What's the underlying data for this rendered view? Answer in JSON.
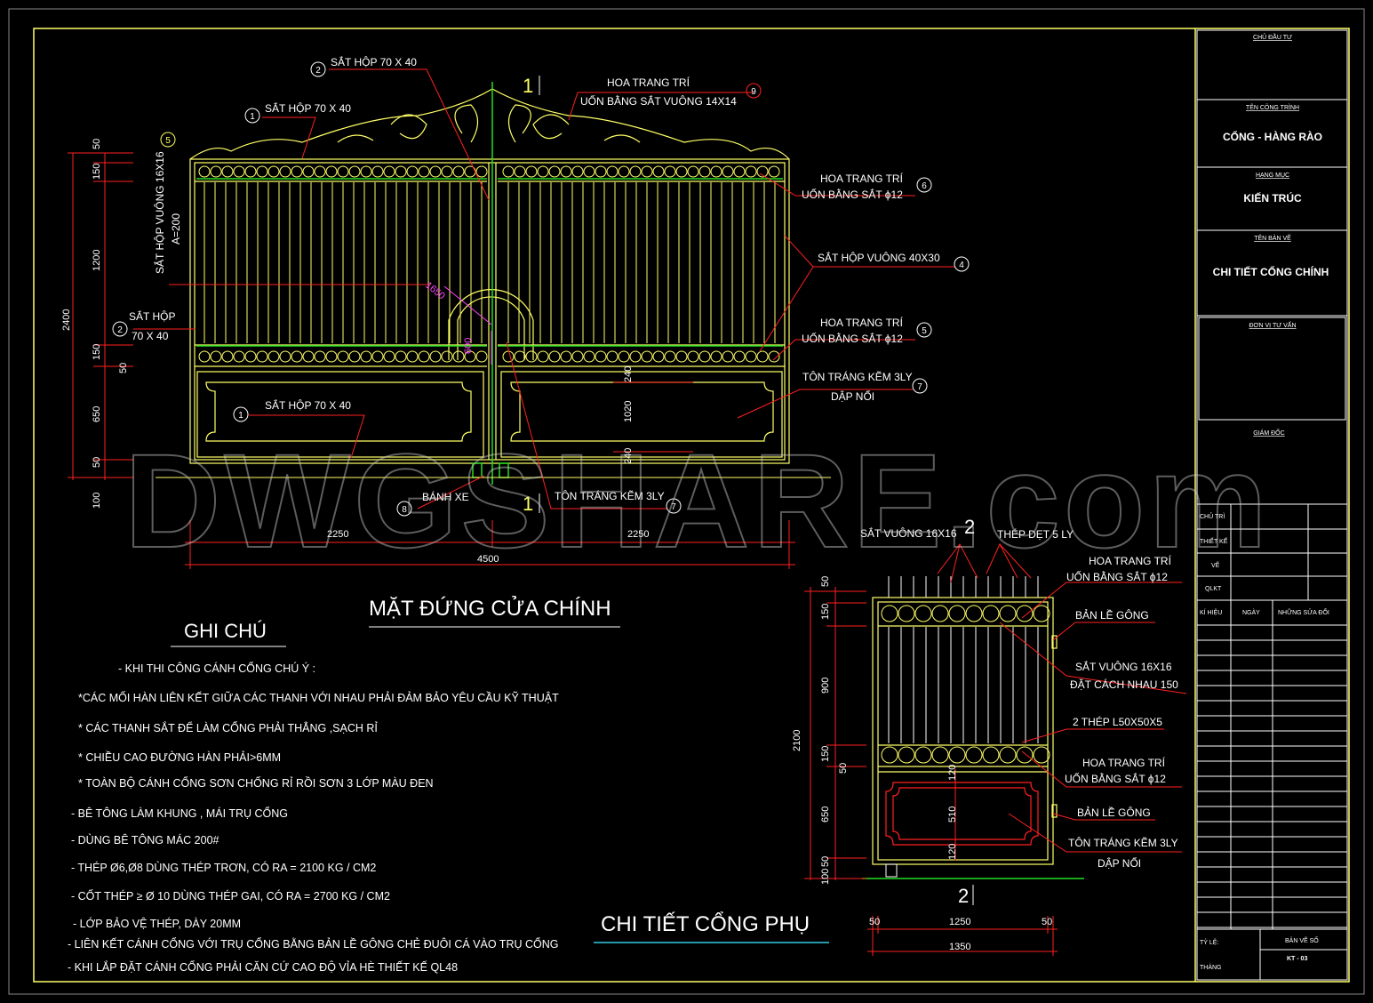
{
  "main_elevation": {
    "title": "MẶT ĐỨNG CỬA CHÍNH",
    "section_mark": "1",
    "labels": {
      "top_box": "SẮT HỘP 70 X 40",
      "left_box": "SẮT HỘP 70 X 40",
      "mid_box": "SẮT HỘP 70 X 40",
      "side_box_1": "SẮT HỘP",
      "side_box_2": "70 X 40",
      "ornament_top_1": "HOA TRANG TRÍ",
      "ornament_top_2": "UỐN BẰNG SẮT VUÔNG 14X14",
      "vertical_bars": "SẮT HỘP VUÔNG 16X16",
      "vertical_spacing": "A=200",
      "ornament_upper_1": "HOA TRANG TRÍ",
      "ornament_upper_2": "UỐN BẰNG SẮT ϕ12",
      "square_box": "SẮT HỘP VUÔNG 40X30",
      "ornament_lower_1": "HOA TRANG TRÍ",
      "ornament_lower_2": "UỐN BẰNG SẮT ϕ12",
      "sheet_1": "TÔN TRÁNG KẼM 3LY",
      "sheet_2": "DẬP NỔI",
      "wheel": "BÁNH XE",
      "bottom_sheet": "TÔN TRÁNG KẼM 3LY"
    },
    "markers": [
      "2",
      "1",
      "9",
      "5",
      "6",
      "4",
      "5",
      "7",
      "2",
      "1",
      "8",
      "7"
    ],
    "dims": {
      "h50a": "50",
      "h150a": "150",
      "h1200": "1200",
      "h150b": "150",
      "h50b": "50",
      "h650": "650",
      "h50c": "50",
      "h100": "100",
      "h2400": "2400",
      "w2250a": "2250",
      "w2250b": "2250",
      "w4500": "4500",
      "r1650": "1650",
      "v600": "600",
      "v240a": "240",
      "v1020": "1020",
      "v240b": "240"
    }
  },
  "sub_gate": {
    "title": "CHI TIẾT CỔNG PHỤ",
    "section_mark": "2",
    "labels": {
      "spikes": "SẮT VUÔNG 16X16",
      "flat": "THÉP DẸT 5 LY",
      "ornament_1": "HOA TRANG TRÍ",
      "ornament_2": "UỐN BẰNG SẮT ϕ12",
      "hinge_top": "BẢN LỀ GÔNG",
      "bars_1": "SẮT VUÔNG 16X16",
      "bars_2": "ĐẶT CÁCH NHAU 150",
      "angle": "2 THÉP L50X50X5",
      "ornament_b1": "HOA TRANG TRÍ",
      "ornament_b2": "UỐN BẰNG SẮT ϕ12",
      "hinge_bottom": "BẢN LỀ GÔNG",
      "sheet_1": "TÔN TRÁNG KẼM 3LY",
      "sheet_2": "DẬP NỔI"
    },
    "dims": {
      "h50": "50",
      "h150a": "150",
      "h900": "900",
      "h150b": "150",
      "h50b": "50",
      "h650": "650",
      "h50c": "50",
      "h100": "100",
      "h2100": "2100",
      "v120a": "120",
      "v510": "510",
      "v120b": "120",
      "w50a": "50",
      "w1250": "1250",
      "w50b": "50",
      "w1350": "1350"
    }
  },
  "notes": {
    "title": "GHI CHÚ",
    "lines": [
      "- KHI THI CÔNG CÁNH CỔNG CHÚ Ý :",
      "*CÁC MỐI HÀN LIÊN KẾT GIỮA CÁC THANH VỚI NHAU PHẢI ĐẢM BẢO YÊU CẦU KỸ THUẬT",
      "* CÁC THANH SẮT ĐỂ LÀM CỔNG PHẢI THẲNG ,SẠCH RỈ",
      "* CHIỀU CAO ĐƯỜNG HÀN PHẢI>6MM",
      "* TOÀN BỘ CÁNH CỔNG SƠN CHỐNG RỈ RỒI SƠN 3 LỚP MÀU ĐEN",
      "- BÊ TÔNG LÀM KHUNG , MÁI TRỤ CỔNG",
      "- DÙNG BÊ TÔNG MÁC 200#",
      "- THÉP Ø6,Ø8 DÙNG THÉP TRƠN, CÓ RA = 2100 KG / CM2",
      "- CỐT THÉP ≥ Ø 10 DÙNG THÉP GAI, CÓ RA = 2700 KG / CM2",
      "- LỚP BẢO VỆ THÉP, DÀY 20MM",
      "- LIÊN KẾT CÁNH CỔNG VỚI TRỤ CỔNG BẰNG BẢN LỀ GÔNG CHẺ ĐUÔI CÁ VÀO TRỤ CỔNG",
      "- KHI LẮP ĐẶT CÁNH CỔNG PHẢI CĂN CỨ CAO ĐỘ VỈA HÈ THIẾT KẾ QL48"
    ]
  },
  "title_block": {
    "owner_label": "CHỦ ĐẦU TƯ",
    "project_label": "TÊN CÔNG TRÌNH",
    "project": "CỔNG - HÀNG RÀO",
    "category_label": "HẠNG MỤC",
    "category": "KIẾN TRÚC",
    "drawing_label": "TÊN BẢN VẼ",
    "drawing": "CHI TIẾT CỔNG CHÍNH",
    "consultant_label": "ĐƠN VỊ TƯ VẤN",
    "director_label": "GIÁM ĐỐC",
    "rows": [
      "CHỦ TRÌ",
      "THIẾT KẾ",
      "VẼ",
      "QLKT"
    ],
    "rev_headers": [
      "KÍ HIỆU",
      "NGÀY",
      "NHỮNG SỬA ĐỔI"
    ],
    "scale_label": "TỶ LỆ:",
    "month_label": "THÁNG",
    "sheet_no_label": "BẢN VẼ SỐ",
    "sheet_no": "KT - 03"
  },
  "watermark": "DWGSHARE.com",
  "colors": {
    "frame": "#ffff66",
    "leader": "#ff2020",
    "text": "#ffffff",
    "center": "#22dd22",
    "cyan": "#33ccdd",
    "magenta": "#ff44ff"
  }
}
